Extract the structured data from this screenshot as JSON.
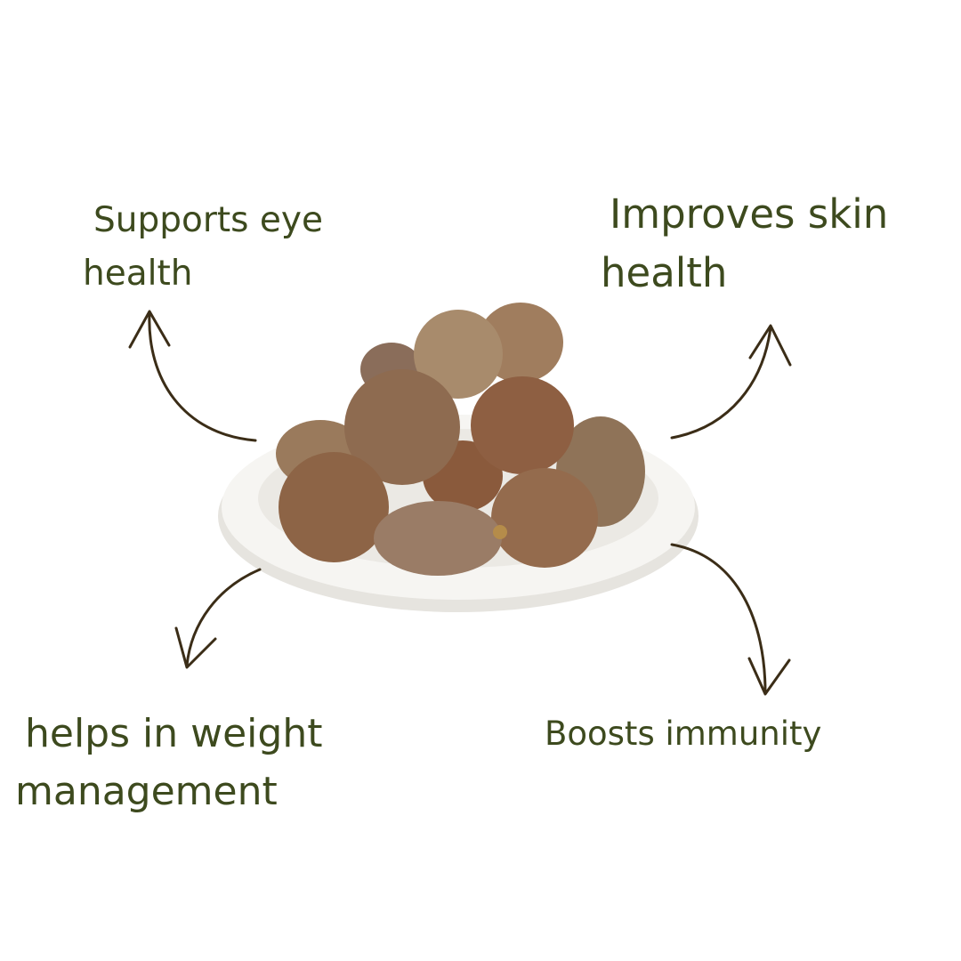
{
  "benefits": {
    "eye": {
      "line1": "Supports eye",
      "line2": "health"
    },
    "skin": {
      "line1": "Improves skin",
      "line2": "health"
    },
    "weight": {
      "line1": "helps in weight",
      "line2": "management"
    },
    "immunity": {
      "line1": "Boosts immunity"
    }
  },
  "colors": {
    "text": "#3d4a1e",
    "arrow": "#3b2d17",
    "plate": "#f4f3f0"
  }
}
